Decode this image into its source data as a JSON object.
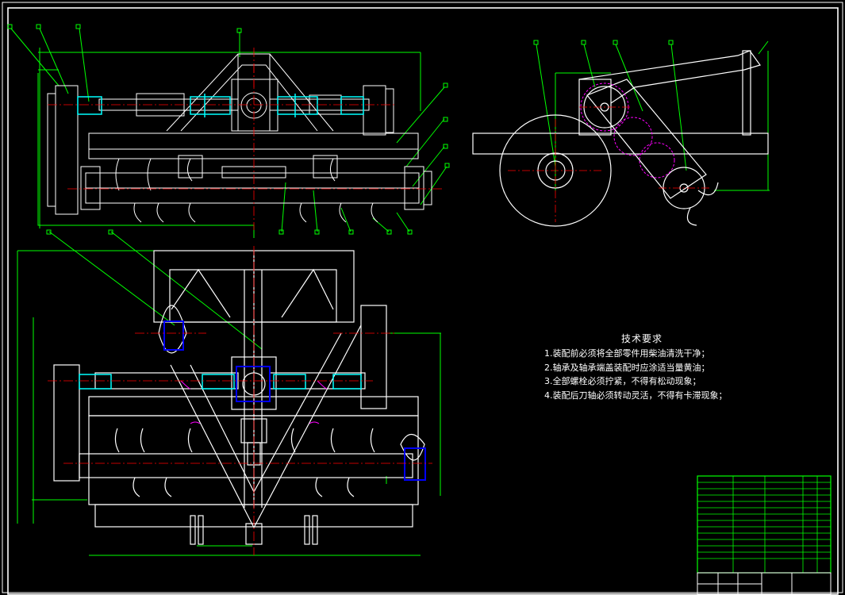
{
  "technical_requirements": {
    "title": "技术要求",
    "items": [
      "1.装配前必须将全部零件用柴油清洗干净；",
      "2.轴承及轴承端盖装配时应涂适当量黄油；",
      "3.全部螺栓必须拧紧，不得有松动现象；",
      "4.装配后刀轴必须转动灵活，不得有卡滞现象；"
    ]
  },
  "colors": {
    "background": "#000000",
    "outline": "#ffffff",
    "centerline": "#ff0000",
    "dimension": "#00ff00",
    "bearing": "#0000ff",
    "phantom": "#ff00ff"
  }
}
